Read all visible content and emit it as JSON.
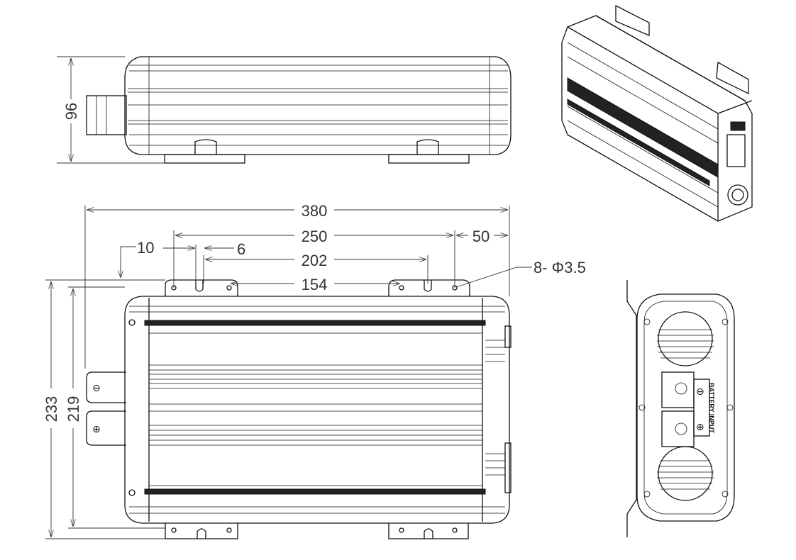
{
  "drawing": {
    "side_view": {
      "height_dim": "96"
    },
    "plan_view": {
      "overall_length": "380",
      "mount_hole_spacing": "250",
      "end_offset": "50",
      "hole_edge_offset": "10",
      "slot_width": "6",
      "slot_spacing": "202",
      "inner_hole_spacing": "154",
      "hole_callout": "8- Φ3.5",
      "overall_width": "233",
      "body_width": "219",
      "terminal_negative": "⊖",
      "terminal_positive": "⊕"
    },
    "end_view": {
      "label": "BATTERY INPUT",
      "negative": "⊖",
      "positive": "⊕"
    }
  }
}
